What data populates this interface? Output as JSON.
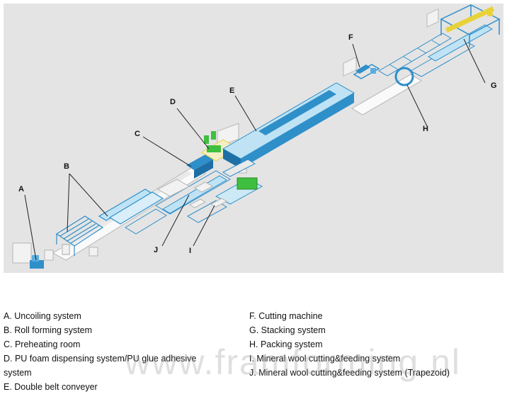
{
  "callouts": {
    "a": "A",
    "b": "B",
    "c": "C",
    "d": "D",
    "e": "E",
    "f": "F",
    "g": "G",
    "h": "H",
    "i": "I",
    "j": "J"
  },
  "legend": {
    "left": [
      "A. Uncoiling system",
      "B. Roll forming system",
      "C. Preheating room",
      "D. PU foam dispensing system/PU glue adhesive",
      "system",
      "E. Double belt conveyer"
    ],
    "right": [
      "F. Cutting machine",
      "G. Stacking system",
      "H. Packing system",
      "I. Mineral wool cutting&feeding system",
      "J. Mineral wool cutting&feeding system (Trapezoid)"
    ]
  },
  "watermark": "www.framforming.nl",
  "colors": {
    "background": "#e4e4e4",
    "machine_blue": "#2f8fc9",
    "machine_light": "#bfe3f5",
    "rail_white": "#fafafa",
    "accent_green": "#3fbf3f",
    "accent_yellow": "#e8d23a"
  }
}
